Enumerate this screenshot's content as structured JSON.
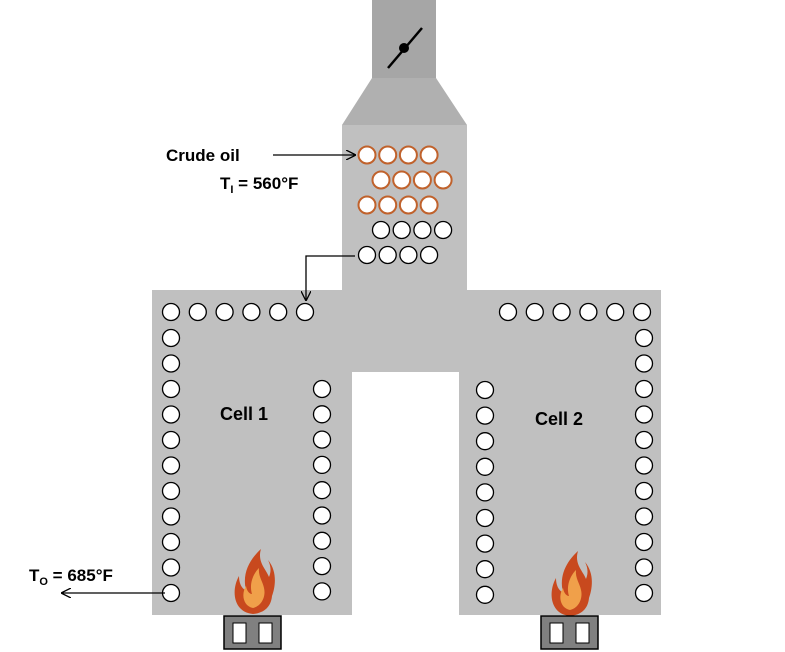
{
  "labels": {
    "crude_oil": "Crude oil",
    "inlet_temp_var": "T",
    "inlet_temp_sub": "I",
    "inlet_temp_value": " = 560°F",
    "outlet_temp_var": "T",
    "outlet_temp_sub": "O",
    "outlet_temp_value": " =  685°F",
    "cell1": "Cell 1",
    "cell2": "Cell 2"
  },
  "colors": {
    "furnace_body": "#c0c0c0",
    "stack": "#a6a6a6",
    "damper_line": "#000000",
    "convection_tube": "#c0622c",
    "radiant_tube": "#ffffff",
    "flame_outer": "#c8491e",
    "flame_inner": "#f0a04a",
    "burner_box": "#808080"
  },
  "convection_rows": [
    {
      "count": 4,
      "type": "convection_tube"
    },
    {
      "count": 4,
      "type": "convection_tube"
    },
    {
      "count": 4,
      "type": "convection_tube"
    },
    {
      "count": 4,
      "type": "radiant_tube"
    },
    {
      "count": 4,
      "type": "radiant_tube"
    }
  ],
  "cell1": {
    "top_row_tubes": 6,
    "left_wall_tubes": 11,
    "right_wall_tubes": 9
  },
  "cell2": {
    "top_row_tubes": 6,
    "left_wall_tubes": 9,
    "right_wall_tubes": 11
  },
  "burners": [
    "burner-cell-1",
    "burner-cell-2"
  ]
}
